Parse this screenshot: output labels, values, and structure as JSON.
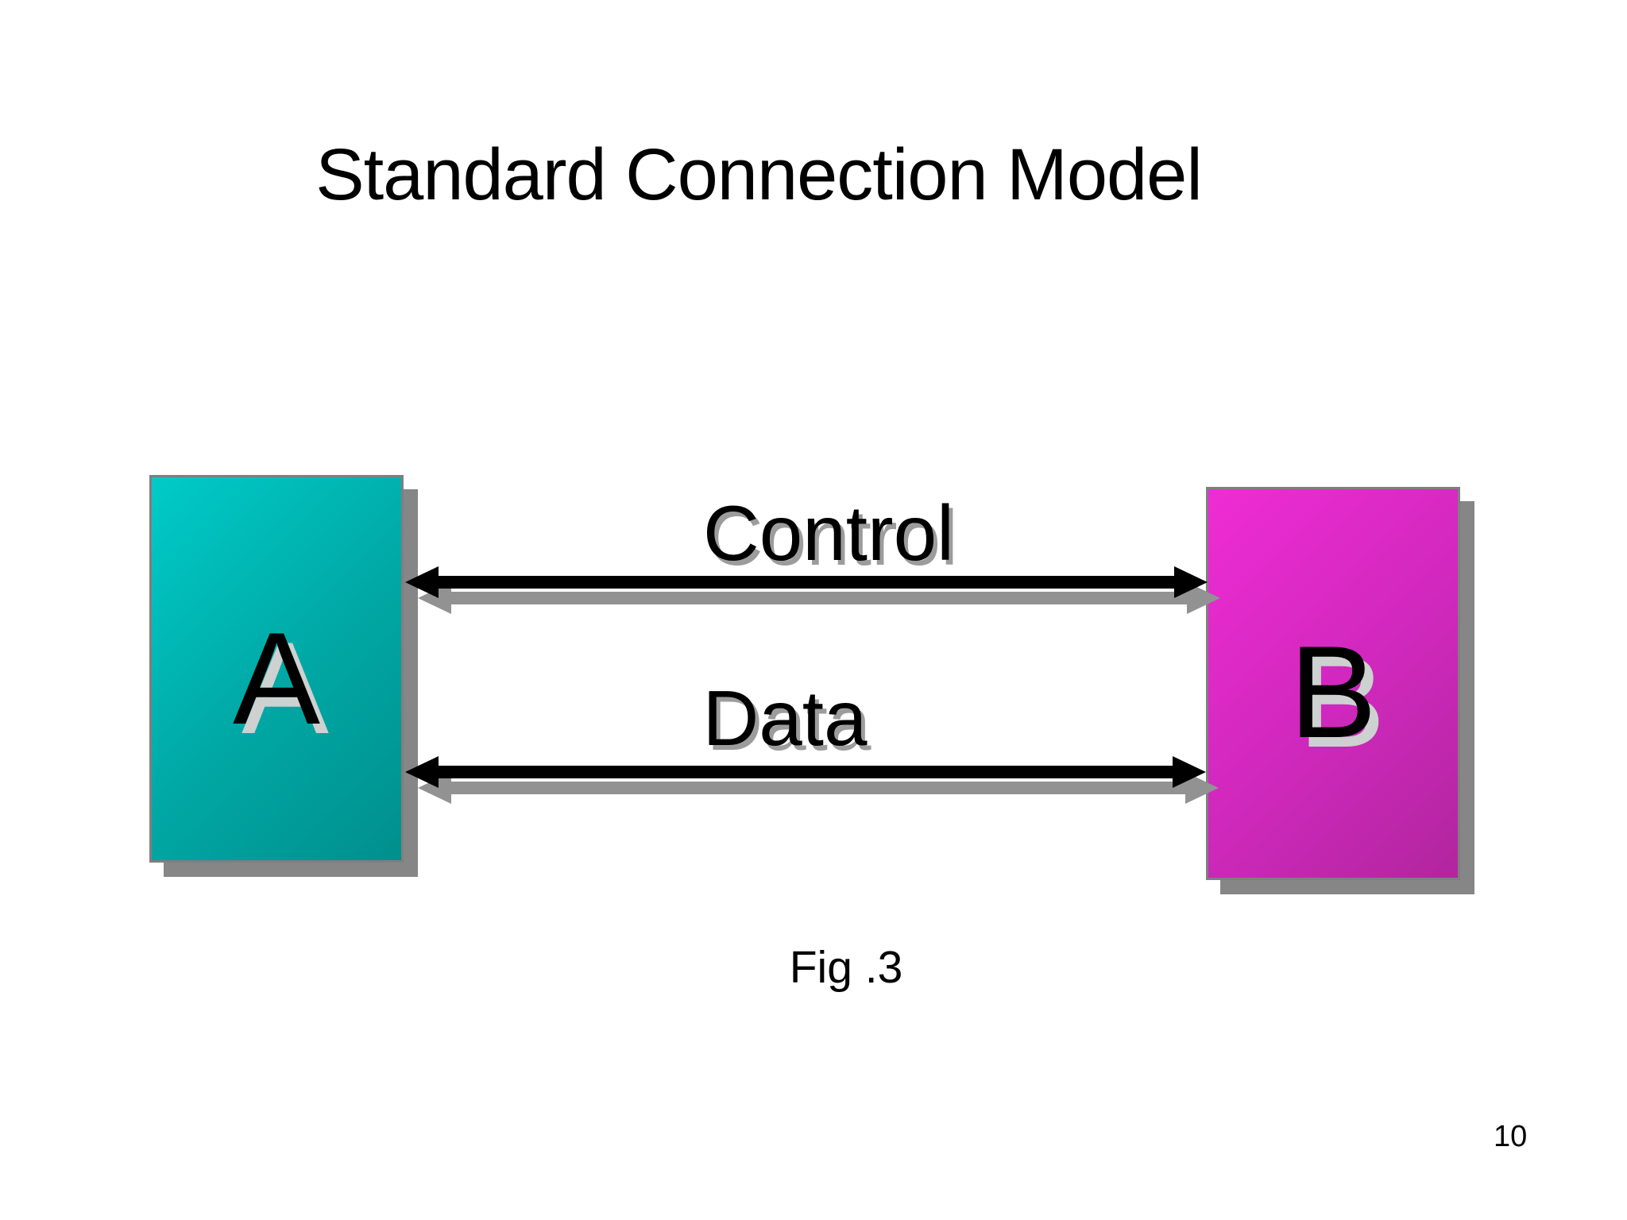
{
  "slide": {
    "title": "Standard Connection Model",
    "caption": "Fig .3",
    "page_number": "10"
  },
  "diagram": {
    "nodes": [
      {
        "id": "A",
        "label": "A",
        "fill_top": "#00cbc8",
        "fill_bottom": "#008f8d"
      },
      {
        "id": "B",
        "label": "B",
        "fill_top": "#ef2cd4",
        "fill_bottom": "#b1269e"
      }
    ],
    "links": [
      {
        "label": "Control",
        "type": "bidirectional-arrow",
        "from": "A",
        "to": "B"
      },
      {
        "label": "Data",
        "type": "bidirectional-arrow",
        "from": "A",
        "to": "B"
      }
    ],
    "colors": {
      "arrow": "#000000",
      "arrow_shadow": "#929292",
      "box_shadow": "#868686",
      "box_border": "#7f7f7f",
      "letter_shadow": "#cdd1d0",
      "label_shadow": "#9c9c9c"
    }
  }
}
